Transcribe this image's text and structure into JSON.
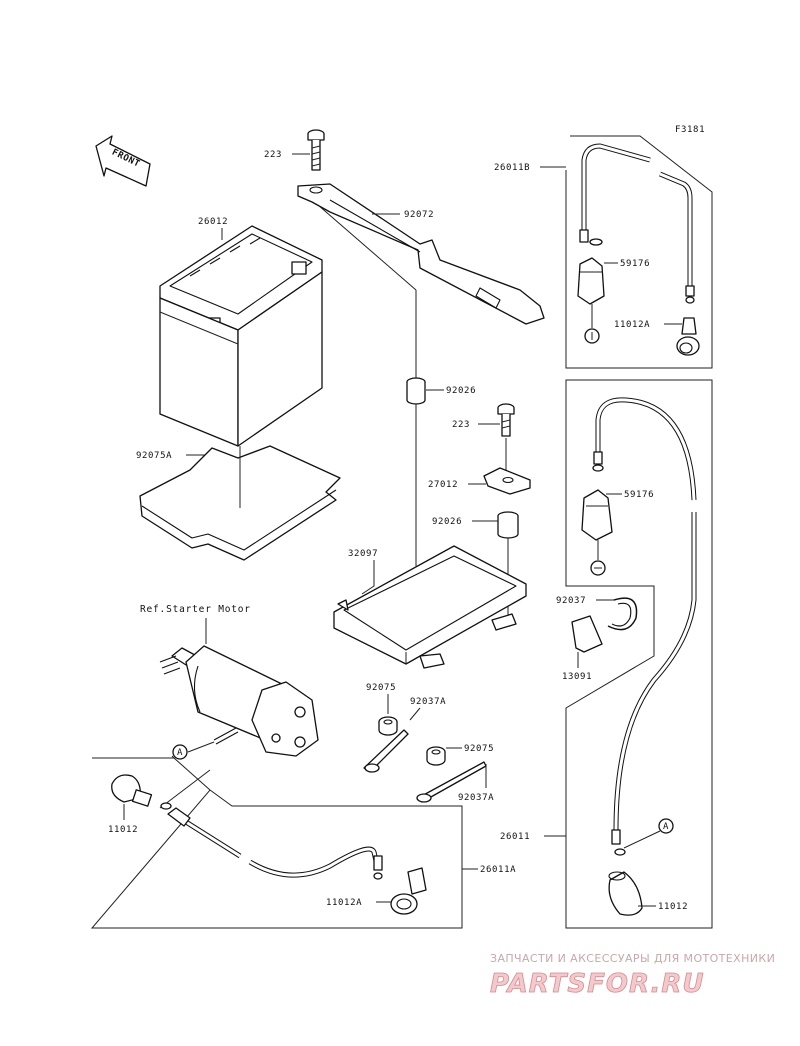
{
  "figure_code": "F3181",
  "front_label": "FRONT",
  "reference_label": "Ref.Starter Motor",
  "circle_marker": "A",
  "part_labels": {
    "p223_top": "223",
    "p92072": "92072",
    "p26012": "26012",
    "p92075A": "92075A",
    "p92026_top": "92026",
    "p223_mid": "223",
    "p27012": "27012",
    "p92026_mid": "92026",
    "p32097": "32097",
    "p26011B": "26011B",
    "p59176_top": "59176",
    "p11012A_top": "11012A",
    "p59176_mid": "59176",
    "p92037": "92037",
    "p13091": "13091",
    "p92075_a": "92075",
    "p92037A_a": "92037A",
    "p92075_b": "92075",
    "p92037A_b": "92037A",
    "p11012_left": "11012",
    "p26011A": "26011A",
    "p11012A_bottom": "11012A",
    "p26011": "26011",
    "p11012_right": "11012"
  },
  "watermark": {
    "tagline": "ЗАПЧАСТИ И АКСЕССУАРЫ ДЛЯ МОТОТЕХНИКИ",
    "brand": "PARTSFOR.RU",
    "colors": {
      "tagline": "#c9a7aa",
      "brand_fill": "#f2c9cc",
      "brand_stroke": "#d98a90"
    }
  }
}
